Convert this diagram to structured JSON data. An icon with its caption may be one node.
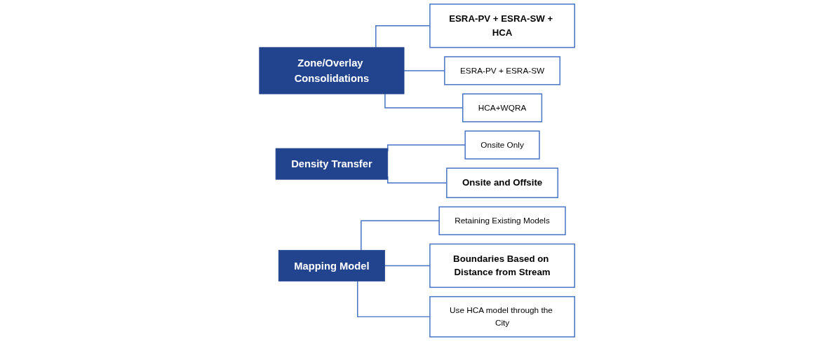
{
  "diagram": {
    "nodes": [
      {
        "text": [
          "Zone/Overlay Consolidations"
        ]
      },
      {
        "text": [
          "ESRA-PV + ESRA-SW + HCA"
        ]
      },
      {
        "text": [
          "ESRA-PV + ESRA-SW"
        ]
      },
      {
        "text": [
          "HCA+WQRA"
        ]
      },
      {
        "text": [
          "Density Transfer"
        ]
      },
      {
        "text": [
          "Onsite Only"
        ]
      },
      {
        "text": [
          "Onsite and Offsite"
        ]
      },
      {
        "text": [
          "Mapping Model"
        ]
      },
      {
        "text": [
          "Retaining Existing Models"
        ]
      },
      {
        "text": [
          "Boundaries Based on Distance from Stream"
        ]
      },
      {
        "text": [
          "Use HCA model through the City"
        ]
      }
    ],
    "edges": [
      {
        "from": 0,
        "to": 1,
        "arrow": "none"
      },
      {
        "from": 0,
        "to": 2,
        "arrow": "none"
      },
      {
        "from": 0,
        "to": 3,
        "arrow": "none"
      },
      {
        "from": 4,
        "to": 5,
        "arrow": "none"
      },
      {
        "from": 4,
        "to": 6,
        "arrow": "none"
      },
      {
        "from": 7,
        "to": 8,
        "arrow": "none"
      },
      {
        "from": 7,
        "to": 9,
        "arrow": "none"
      },
      {
        "from": 7,
        "to": 10,
        "arrow": "none"
      }
    ]
  }
}
